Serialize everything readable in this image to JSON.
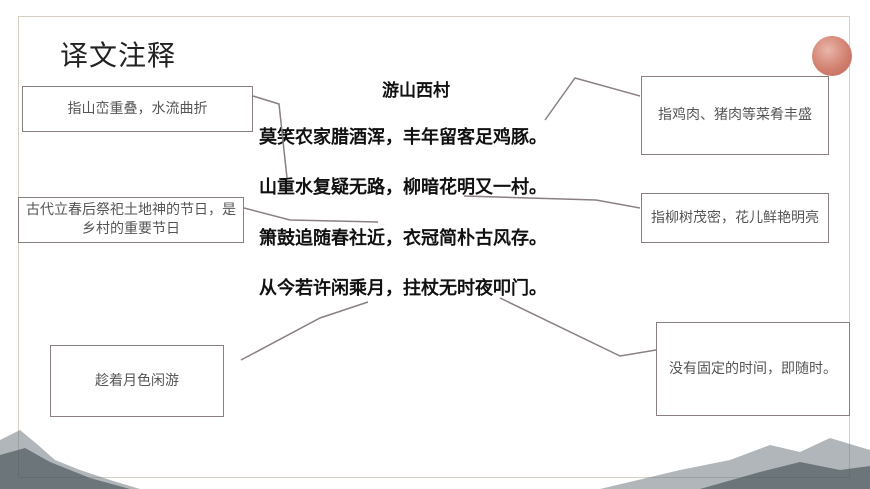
{
  "slide": {
    "title": "译文注释"
  },
  "poem": {
    "title": "游山西村",
    "lines": [
      "莫笑农家腊酒浑，丰年留客足鸡豚。",
      "山重水复疑无路，柳暗花明又一村。",
      "箫鼓追随春社近，衣冠简朴古风存。",
      "从今若许闲乘月，拄杖无时夜叩门。"
    ]
  },
  "notes": [
    {
      "text": "指山峦重叠，水流曲折"
    },
    {
      "text": "指鸡肉、猪肉等菜肴丰盛"
    },
    {
      "text": "古代立春后祭祀土地神的节日，是乡村的重要节日"
    },
    {
      "text": "指柳树茂密，花儿鲜艳明亮"
    },
    {
      "text": "趁着月色闲游"
    },
    {
      "text": "没有固定的时间，即随时。"
    }
  ],
  "colors": {
    "line": "#8a8080",
    "sun": "#cf7a68",
    "frame": "#d8cfc4"
  }
}
